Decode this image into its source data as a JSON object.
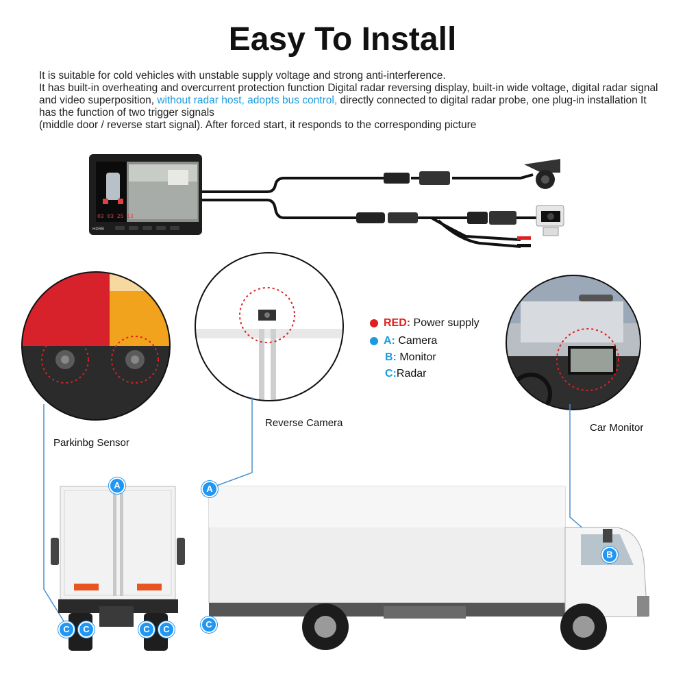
{
  "title": "Easy To Install",
  "description": {
    "line1": "It is suitable for cold vehicles with unstable supply voltage and strong anti-interference.",
    "line2a": "It has built-in overheating and overcurrent protection function Digital radar reversing display, built-in wide voltage, digital radar signal and video superposition, ",
    "line2_highlight": "without radar host, adopts bus control,",
    "line2b": " directly connected to digital radar probe, one plug-in installation It has the function of two trigger signals",
    "line3": "(middle door / reverse start signal). After forced start, it responds to the corresponding picture"
  },
  "legend": {
    "red_key": "RED:",
    "red_text": " Power supply",
    "a_key": "A:",
    "a_text": " Camera",
    "b_key": "B:",
    "b_text": " Monitor",
    "c_key": "C:",
    "c_text": "Radar"
  },
  "labels": {
    "parking_sensor": "Parkinbg Sensor",
    "reverse_camera": "Reverse Camera",
    "car_monitor": "Car Monitor"
  },
  "badges": {
    "a": "A",
    "b": "B",
    "c": "C"
  },
  "monitor": {
    "brand": "HDRB",
    "readout": "03 03 25 13"
  },
  "colors": {
    "accent_blue": "#1a9be0",
    "badge_blue": "#2196f3",
    "power_red": "#e02020"
  }
}
